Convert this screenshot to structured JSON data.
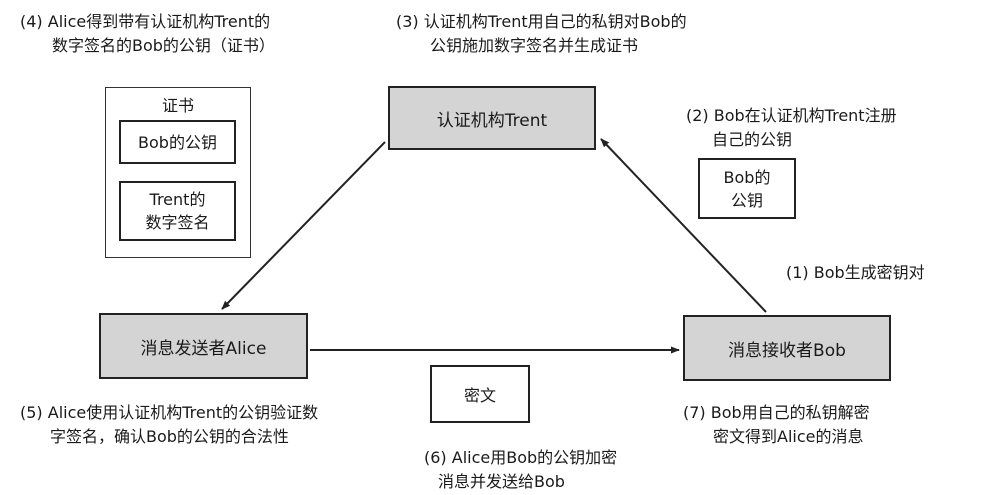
{
  "nodes": {
    "trent": "认证机构Trent",
    "alice": "消息发送者Alice",
    "bob": "消息接收者Bob",
    "bob_key_line1": "Bob的",
    "bob_key_line2": "公钥",
    "ciphertext": "密文"
  },
  "certificate": {
    "title": "证书",
    "key": "Bob的公钥",
    "sig_line1": "Trent的",
    "sig_line2": "数字签名"
  },
  "steps": {
    "s1": "(1) Bob生成密钥对",
    "s2_line1": "(2) Bob在认证机构Trent注册",
    "s2_line2": "自己的公钥",
    "s3_line1": "(3) 认证机构Trent用自己的私钥对Bob的",
    "s3_line2": "公钥施加数字签名并生成证书",
    "s4_line1": "(4) Alice得到带有认证机构Trent的",
    "s4_line2": "数字签名的Bob的公钥（证书）",
    "s5_line1": "(5) Alice使用认证机构Trent的公钥验证数",
    "s5_line2": "字签名，确认Bob的公钥的合法性",
    "s6_line1": "(6) Alice用Bob的公钥加密",
    "s6_line2": "消息并发送给Bob",
    "s7_line1": "(7) Bob用自己的私钥解密",
    "s7_line2": "密文得到Alice的消息"
  }
}
